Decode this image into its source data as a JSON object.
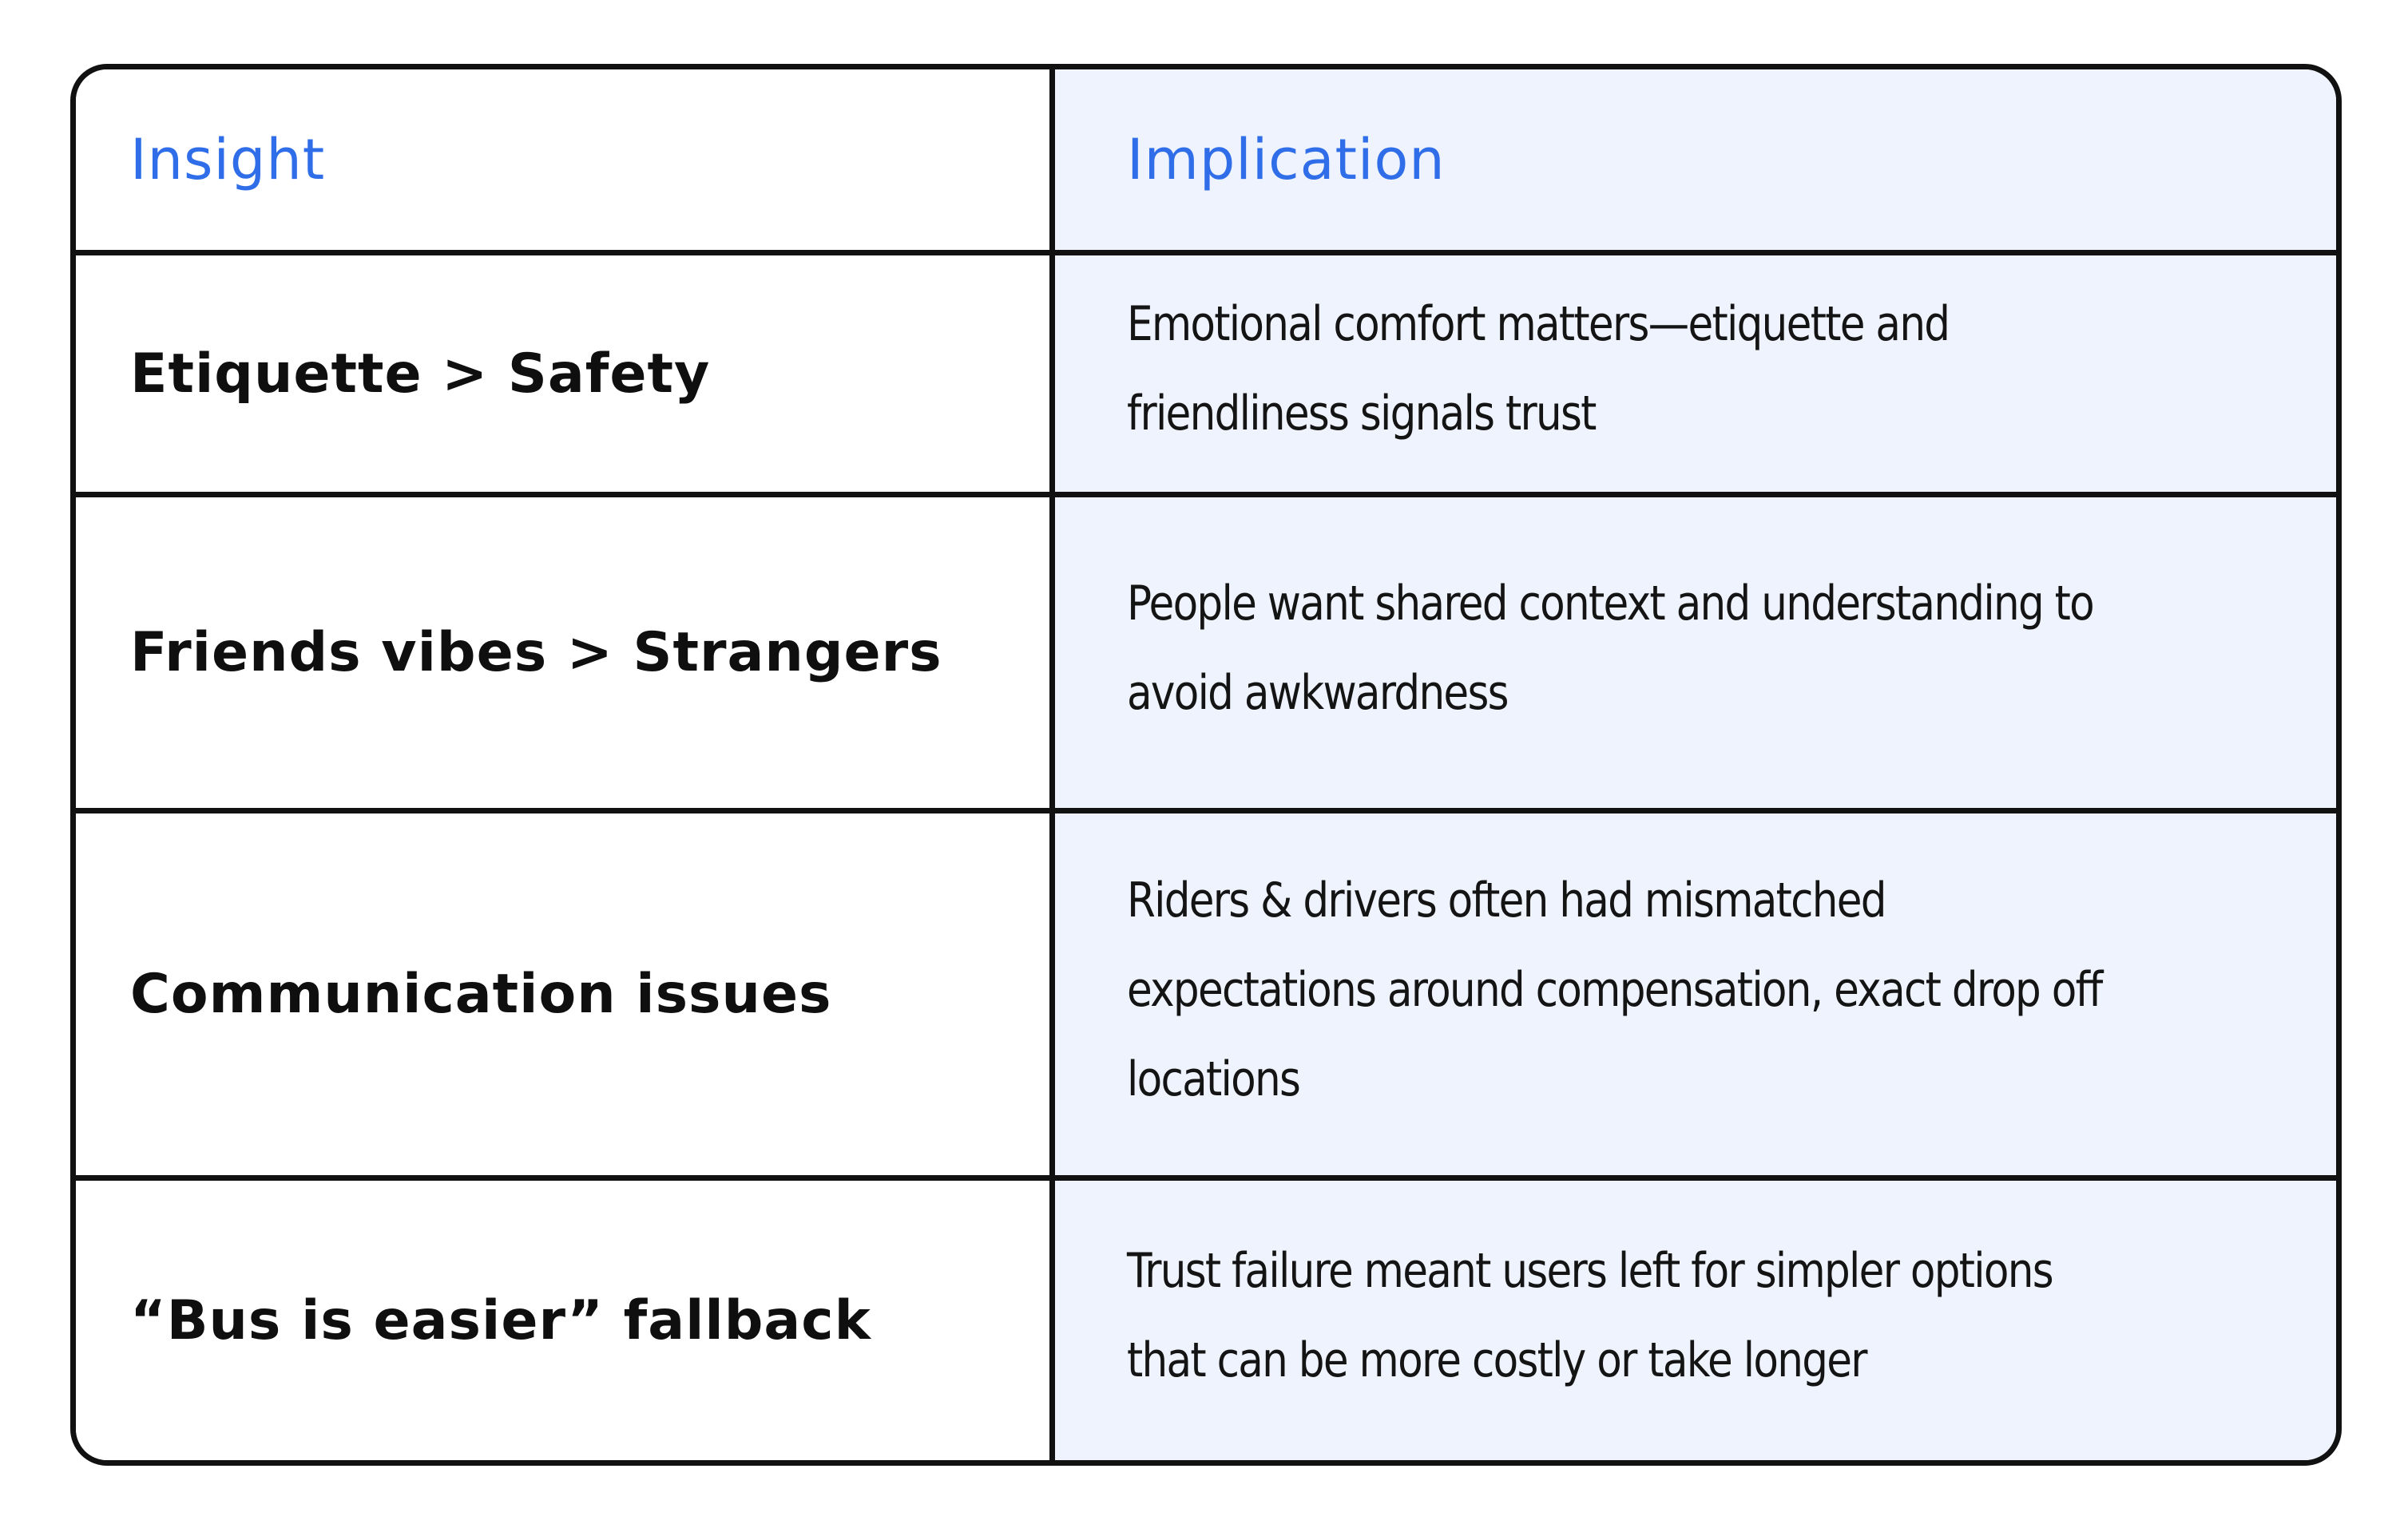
{
  "table": {
    "headers": {
      "insight": "Insight",
      "implication": "Implication"
    },
    "rows": [
      {
        "insight": "Etiquette > Safety",
        "implication": "Emotional comfort matters—etiquette and friendliness signals trust"
      },
      {
        "insight": "Friends vibes > Strangers",
        "implication": "People want shared context and understanding to avoid awkwardness"
      },
      {
        "insight": "Communication issues",
        "implication": "Riders & drivers often had mismatched expectations around compensation, exact drop off locations"
      },
      {
        "insight": "“Bus is easier” fallback",
        "implication": "Trust failure meant users left for simpler options that can be more costly or take longer"
      }
    ]
  },
  "colors": {
    "header_text": "#2f6ee8",
    "implication_bg": "#eef3fd",
    "border": "#111111"
  }
}
